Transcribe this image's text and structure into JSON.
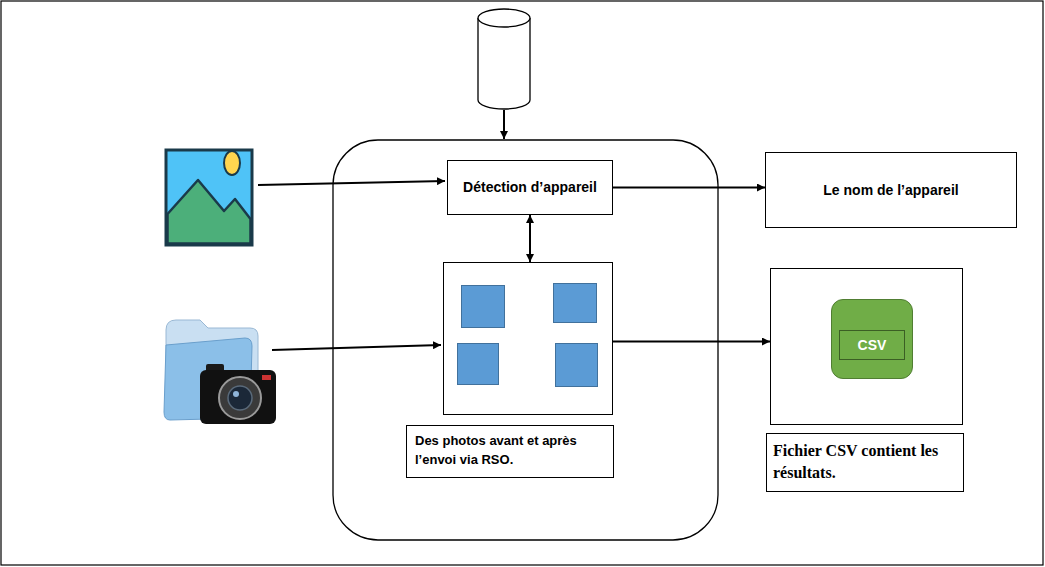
{
  "diagram": {
    "nodes": [
      {
        "text": [
          "Détection d’appareil"
        ]
      },
      {
        "text": [
          "Le nom de l’appareil"
        ]
      },
      {
        "text": [
          "Des photos avant et après l’envoi via RSO."
        ]
      },
      {
        "text": [
          "CSV",
          "Fichier CSV contient les résultats."
        ]
      }
    ],
    "edges": [
      {
        "from": 0,
        "to": 1,
        "arrow": "to"
      },
      {
        "from": 0,
        "to": 2,
        "arrow": "both"
      },
      {
        "from": 2,
        "to": 3,
        "arrow": "to"
      }
    ]
  }
}
